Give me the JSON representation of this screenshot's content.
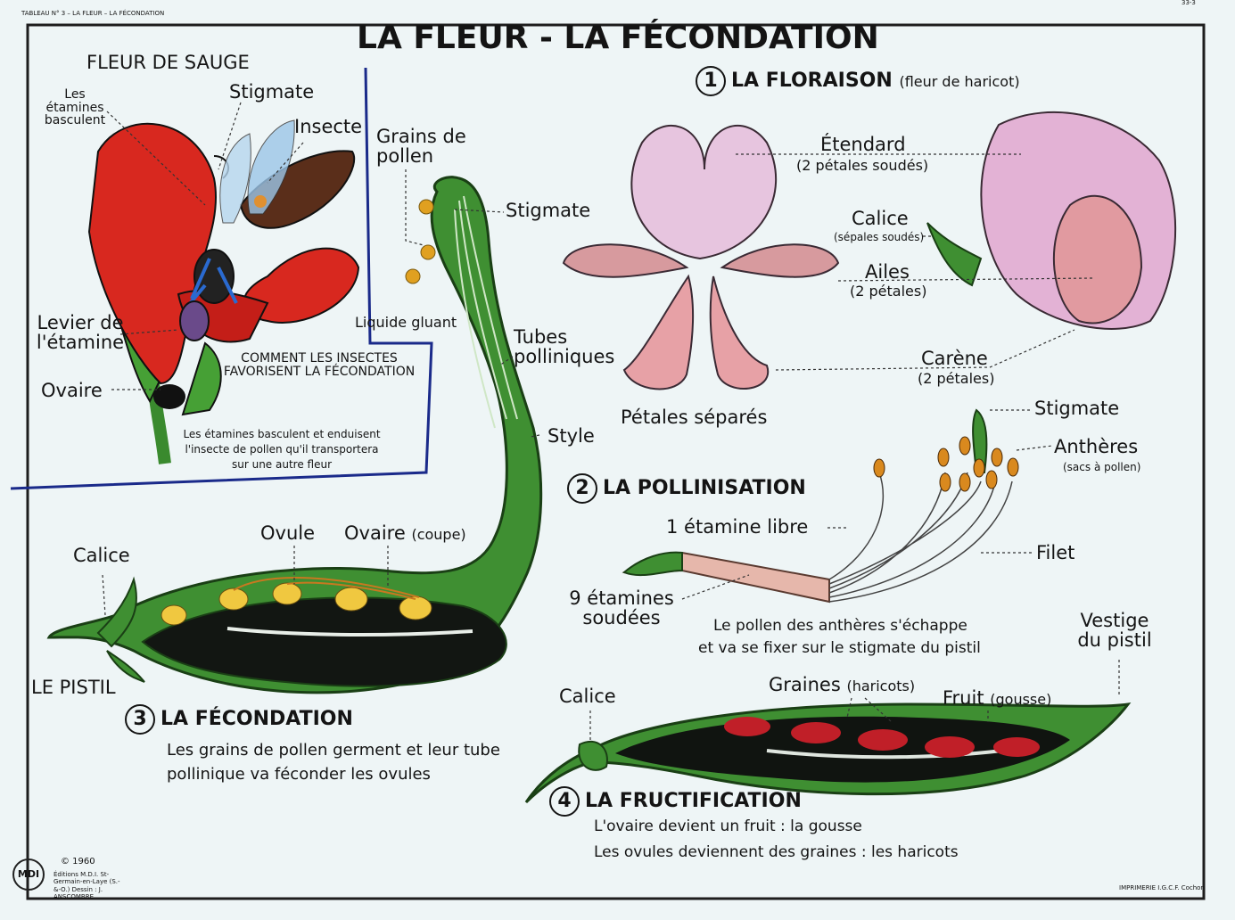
{
  "header": {
    "series": "TABLEAU N° 3 – LA FLEUR – LA FÉCONDATION",
    "code": "33-3"
  },
  "title": "LA FLEUR - LA FÉCONDATION",
  "sage": {
    "title": "FLEUR DE SAUGE",
    "labels": {
      "stamens_tilt": "Les étamines basculent",
      "stigma": "Stigmate",
      "insect": "Insecte",
      "lever": "Levier de l'étamine",
      "ovary": "Ovaire"
    },
    "caption_title": "COMMENT LES INSECTES FAVORISENT LA FÉCONDATION",
    "caption_text": "Les étamines basculent et enduisent l'insecte de pollen qu'il transportera sur une autre fleur"
  },
  "pistil": {
    "labels": {
      "pollen": "Grains de pollen",
      "stigma": "Stigmate",
      "sticky": "Liquide gluant",
      "tubes": "Tubes polliniques",
      "style": "Style",
      "calyx": "Calice",
      "ovule": "Ovule",
      "ovary": "Ovaire",
      "ovary_note": "(coupe)",
      "the_pistil": "LE PISTIL"
    }
  },
  "sections": {
    "1": {
      "num": "1",
      "title": "LA FLORAISON",
      "subtitle": "(fleur de haricot)"
    },
    "2": {
      "num": "2",
      "title": "LA POLLINISATION"
    },
    "3": {
      "num": "3",
      "title": "LA FÉCONDATION",
      "line1": "Les grains de pollen germent et leur tube",
      "line2": "pollinique va féconder les ovules"
    },
    "4": {
      "num": "4",
      "title": "LA FRUCTIFICATION",
      "line1": "L'ovaire devient un fruit : la gousse",
      "line2": "Les ovules deviennent des graines : les haricots"
    }
  },
  "floraison": {
    "labels": {
      "standard": "Étendard",
      "standard_note": "(2 pétales soudés)",
      "calyx": "Calice",
      "calyx_note": "(sépales soudés)",
      "wings": "Ailes",
      "wings_note": "(2 pétales)",
      "keel": "Carène",
      "keel_note": "(2 pétales)",
      "separated": "Pétales séparés"
    }
  },
  "pollinisation": {
    "labels": {
      "stigma": "Stigmate",
      "anthers": "Anthères",
      "anthers_note": "(sacs à pollen)",
      "free": "1 étamine libre",
      "filament": "Filet",
      "fused": "9 étamines soudées"
    },
    "line1": "Le pollen des anthères s'échappe",
    "line2": "et va se fixer sur le stigmate du pistil"
  },
  "fructification": {
    "labels": {
      "remnant": "Vestige du pistil",
      "calyx": "Calice",
      "seeds": "Graines",
      "seeds_note": "(haricots)",
      "fruit": "Fruit",
      "fruit_note": "(gousse)"
    }
  },
  "footer": {
    "logo": "MDI",
    "copyright": "© 1960",
    "publisher": "Éditions M.D.I. St-Germain-en-Laye (S.-&-O.) Dessin : J. ANSCOMBRE",
    "printer": "IMPRIMERIE I.G.C.F. Cochon"
  }
}
